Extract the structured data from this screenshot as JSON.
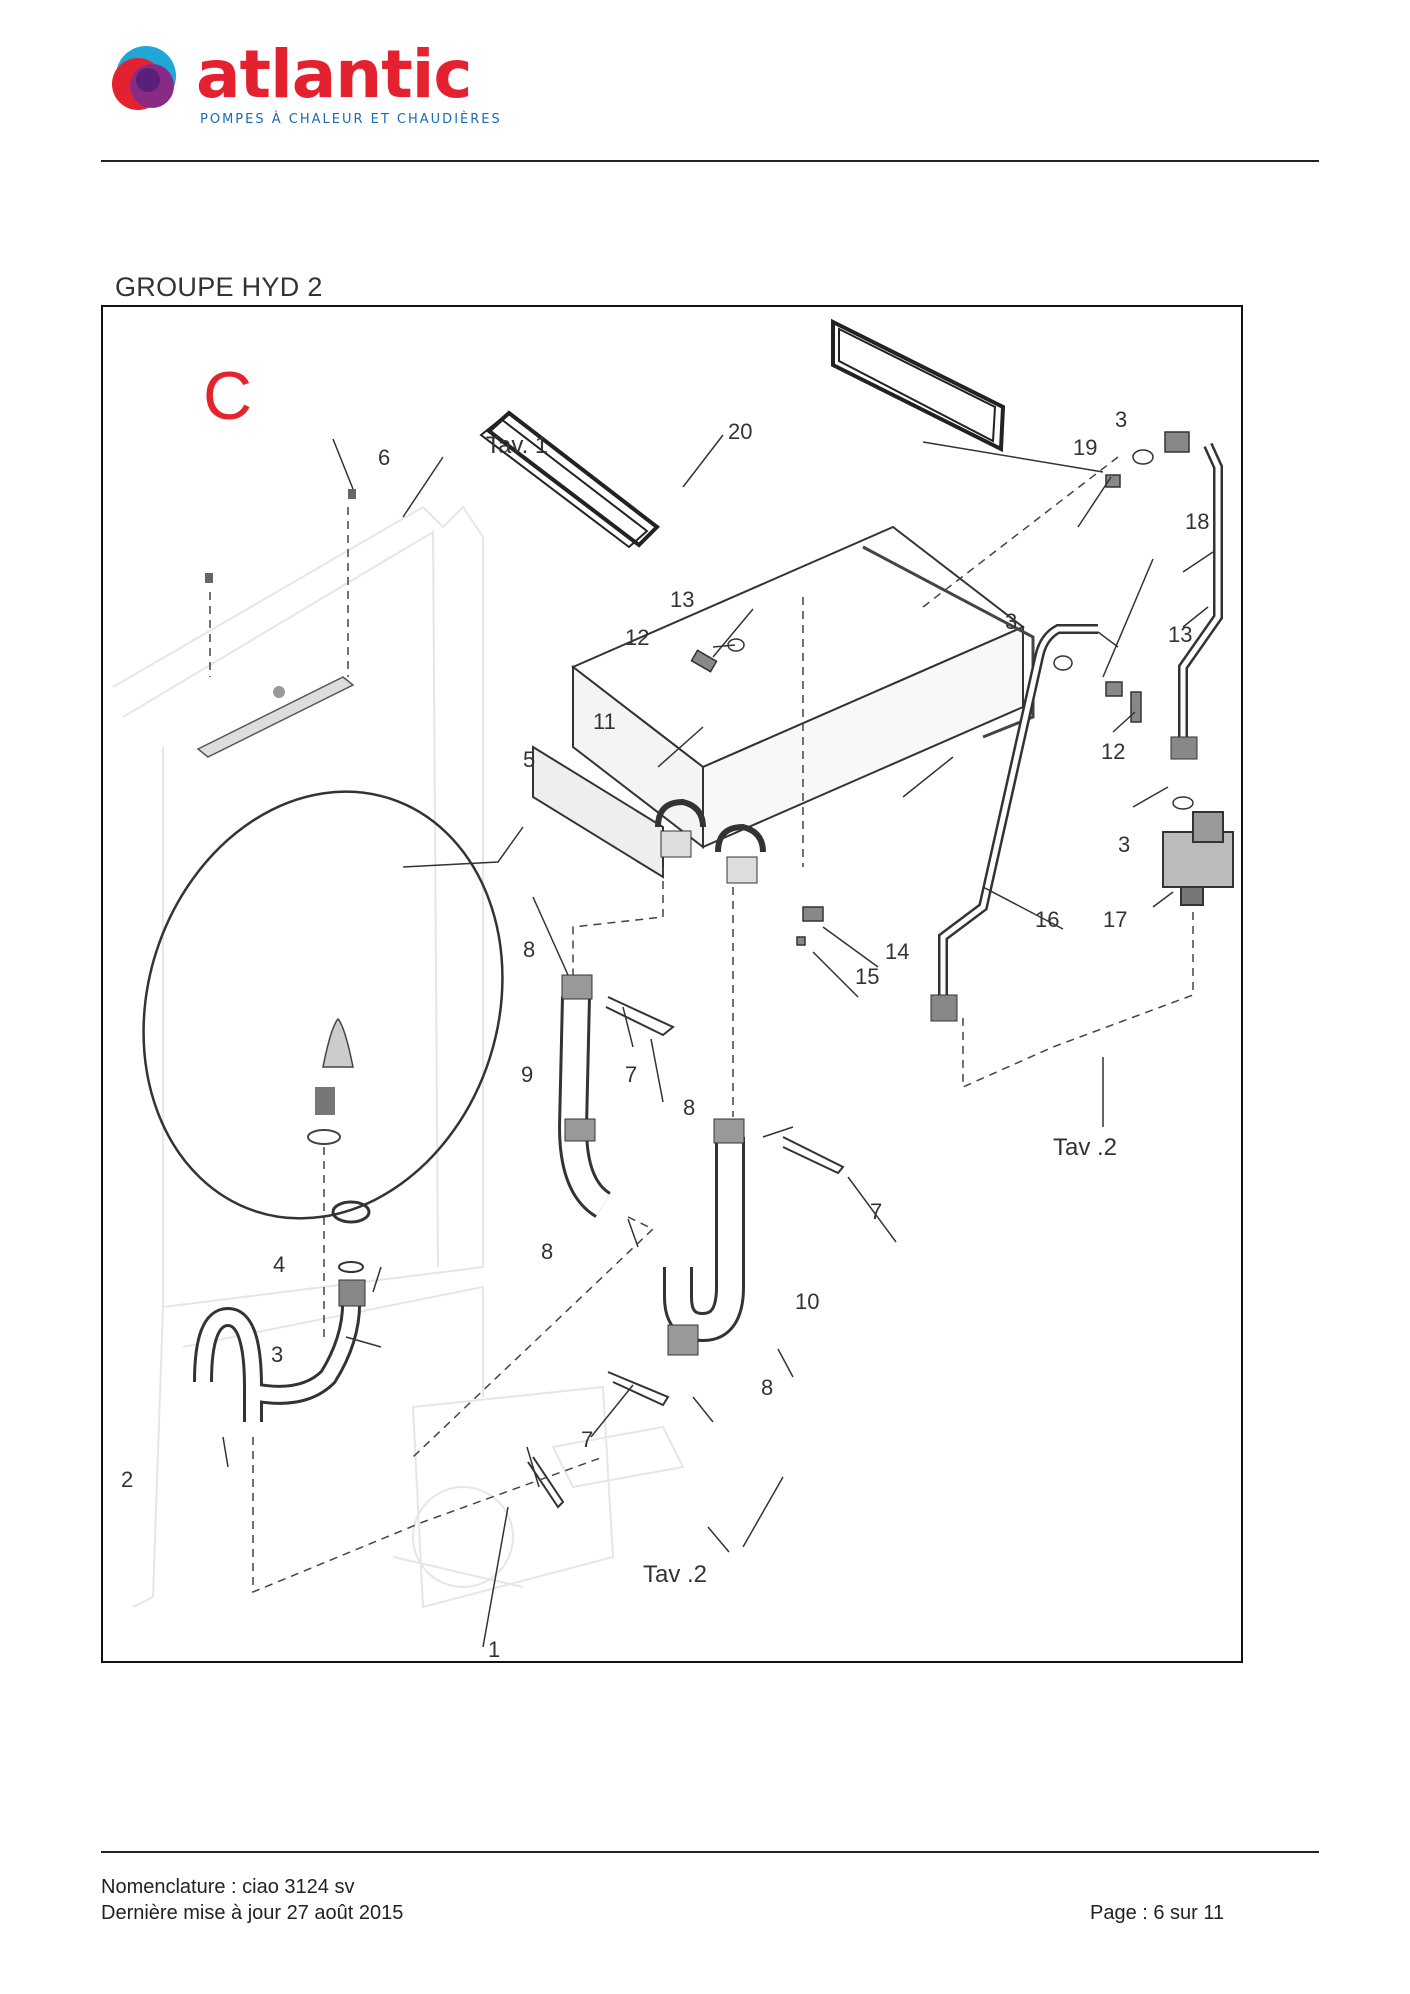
{
  "brand": {
    "name": "atlantic",
    "tagline": "POMPES À CHALEUR ET CHAUDIÈRES",
    "colors": {
      "red": "#e4222f",
      "blue": "#1b6bb1",
      "purple": "#8a2a87",
      "cyan": "#21a6d8"
    }
  },
  "section_title": "GROUPE HYD 2",
  "diagram": {
    "section_letter": "C",
    "section_letter_color": "#e5232e",
    "references": {
      "tav1": "Tav. 1",
      "tav2_right": "Tav .2",
      "tav2_bottom": "Tav .2"
    },
    "callouts": {
      "c1": "1",
      "c2": "2",
      "c3a": "3",
      "c3b": "3",
      "c3c": "3",
      "c3d": "3",
      "c4": "4",
      "c5": "5",
      "c6": "6",
      "c7a": "7",
      "c7b": "7",
      "c7c": "7",
      "c8a": "8",
      "c8b": "8",
      "c8c": "8",
      "c8d": "8",
      "c9": "9",
      "c10": "10",
      "c11": "11",
      "c12a": "12",
      "c12b": "12",
      "c13a": "13",
      "c13b": "13",
      "c14": "14",
      "c15": "15",
      "c16": "16",
      "c17": "17",
      "c18": "18",
      "c19": "19",
      "c20": "20"
    }
  },
  "footer": {
    "nomenclature": "Nomenclature : ciao 3124 sv",
    "updated": "Dernière mise à jour 27 août 2015",
    "page": "Page : 6 sur 11"
  }
}
